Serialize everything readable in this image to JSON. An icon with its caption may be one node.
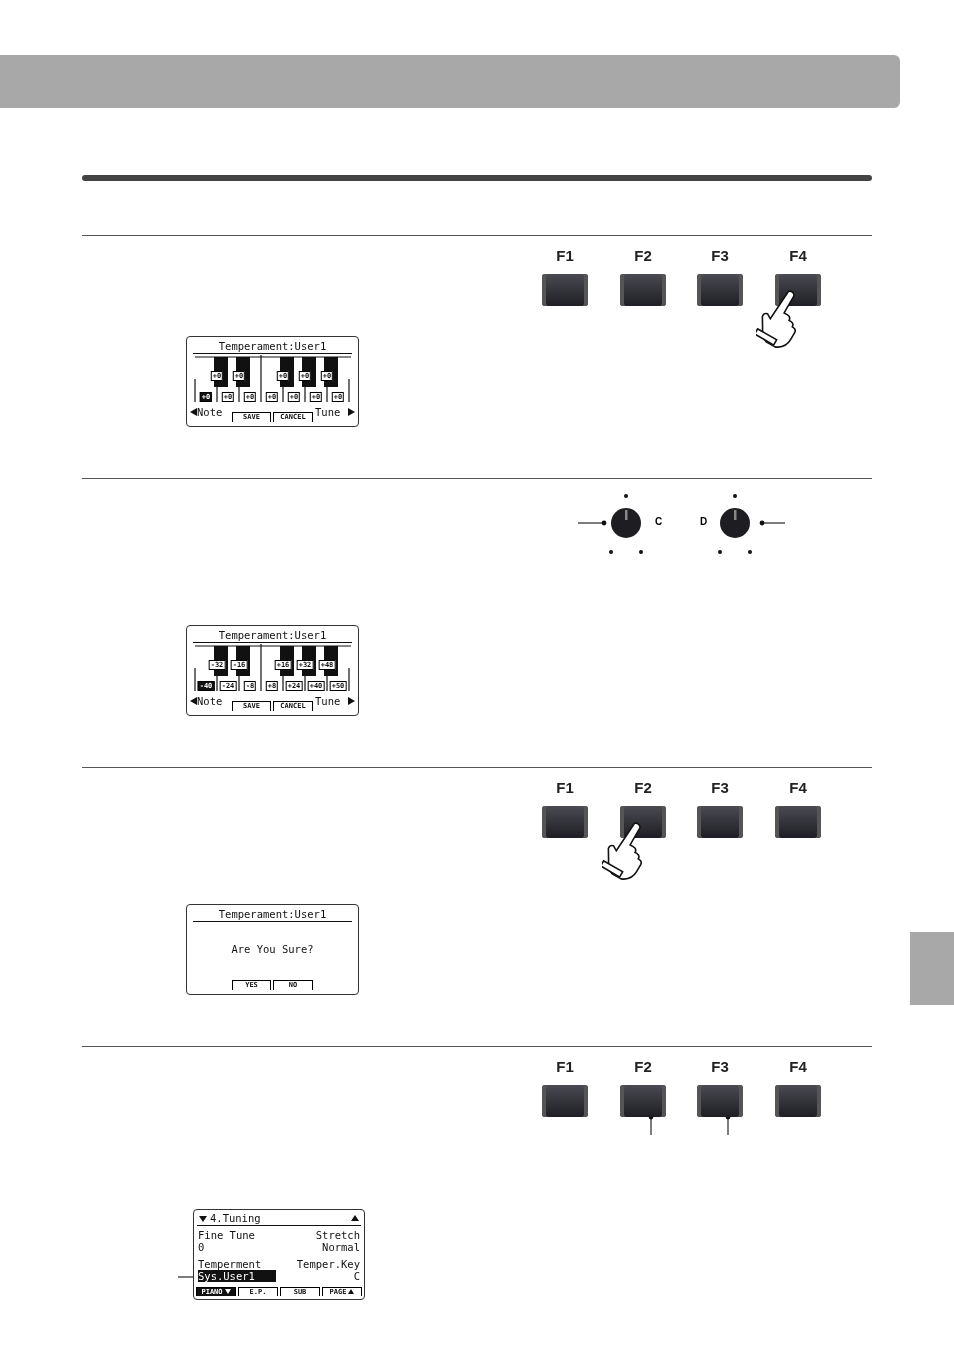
{
  "diagram": {
    "nodes": [
      {
        "text": [
          "F1"
        ]
      },
      {
        "text": [
          "F2"
        ]
      },
      {
        "text": [
          "F3"
        ]
      },
      {
        "text": [
          "F4"
        ]
      },
      {
        "text": [
          "Temperament:User1",
          "+0",
          "+0",
          "+0",
          "+0",
          "+0",
          "+0",
          "+0",
          "+0",
          "+0",
          "+0",
          "+0",
          "+0",
          "Note",
          "SAVE",
          "CANCEL",
          "Tune"
        ]
      },
      {
        "text": [],
        "shape": "circle",
        "beside": [
          "C"
        ]
      },
      {
        "text": [],
        "shape": "circle",
        "beside": [
          "D"
        ]
      },
      {
        "text": [
          "Temperament:User1",
          "-32",
          "-16",
          "+16",
          "+32",
          "+48",
          "-40",
          "-24",
          "-8",
          "+8",
          "+24",
          "+40",
          "+50",
          "Note",
          "SAVE",
          "CANCEL",
          "Tune"
        ]
      },
      {
        "text": [
          "F1"
        ]
      },
      {
        "text": [
          "F2"
        ]
      },
      {
        "text": [
          "F3"
        ]
      },
      {
        "text": [
          "F4"
        ]
      },
      {
        "text": [
          "Temperament:User1",
          "Are You Sure?",
          "YES",
          "NO"
        ]
      },
      {
        "text": [
          "F1"
        ]
      },
      {
        "text": [
          "F2"
        ]
      },
      {
        "text": [
          "F3"
        ]
      },
      {
        "text": [
          "F4"
        ]
      },
      {
        "text": [
          "4.Tuning",
          "Fine Tune",
          "Stretch",
          "0",
          "Normal",
          "Temperment",
          "Temper.Key",
          "C",
          "PIANO",
          "E.P.",
          "SUB",
          "PAGE"
        ]
      },
      {
        "text": [
          "Sys.User1"
        ],
        "in": 17
      },
      {
        "text": [],
        "shape": "bar"
      }
    ],
    "edges": [
      {
        "from": null,
        "to": 5,
        "arrow": "other"
      },
      {
        "from": null,
        "to": 6,
        "arrow": "other"
      },
      {
        "from": null,
        "to": 14,
        "arrow": "other"
      },
      {
        "from": null,
        "to": 15,
        "arrow": "other"
      },
      {
        "from": null,
        "to": 18,
        "arrow": "other"
      }
    ]
  }
}
